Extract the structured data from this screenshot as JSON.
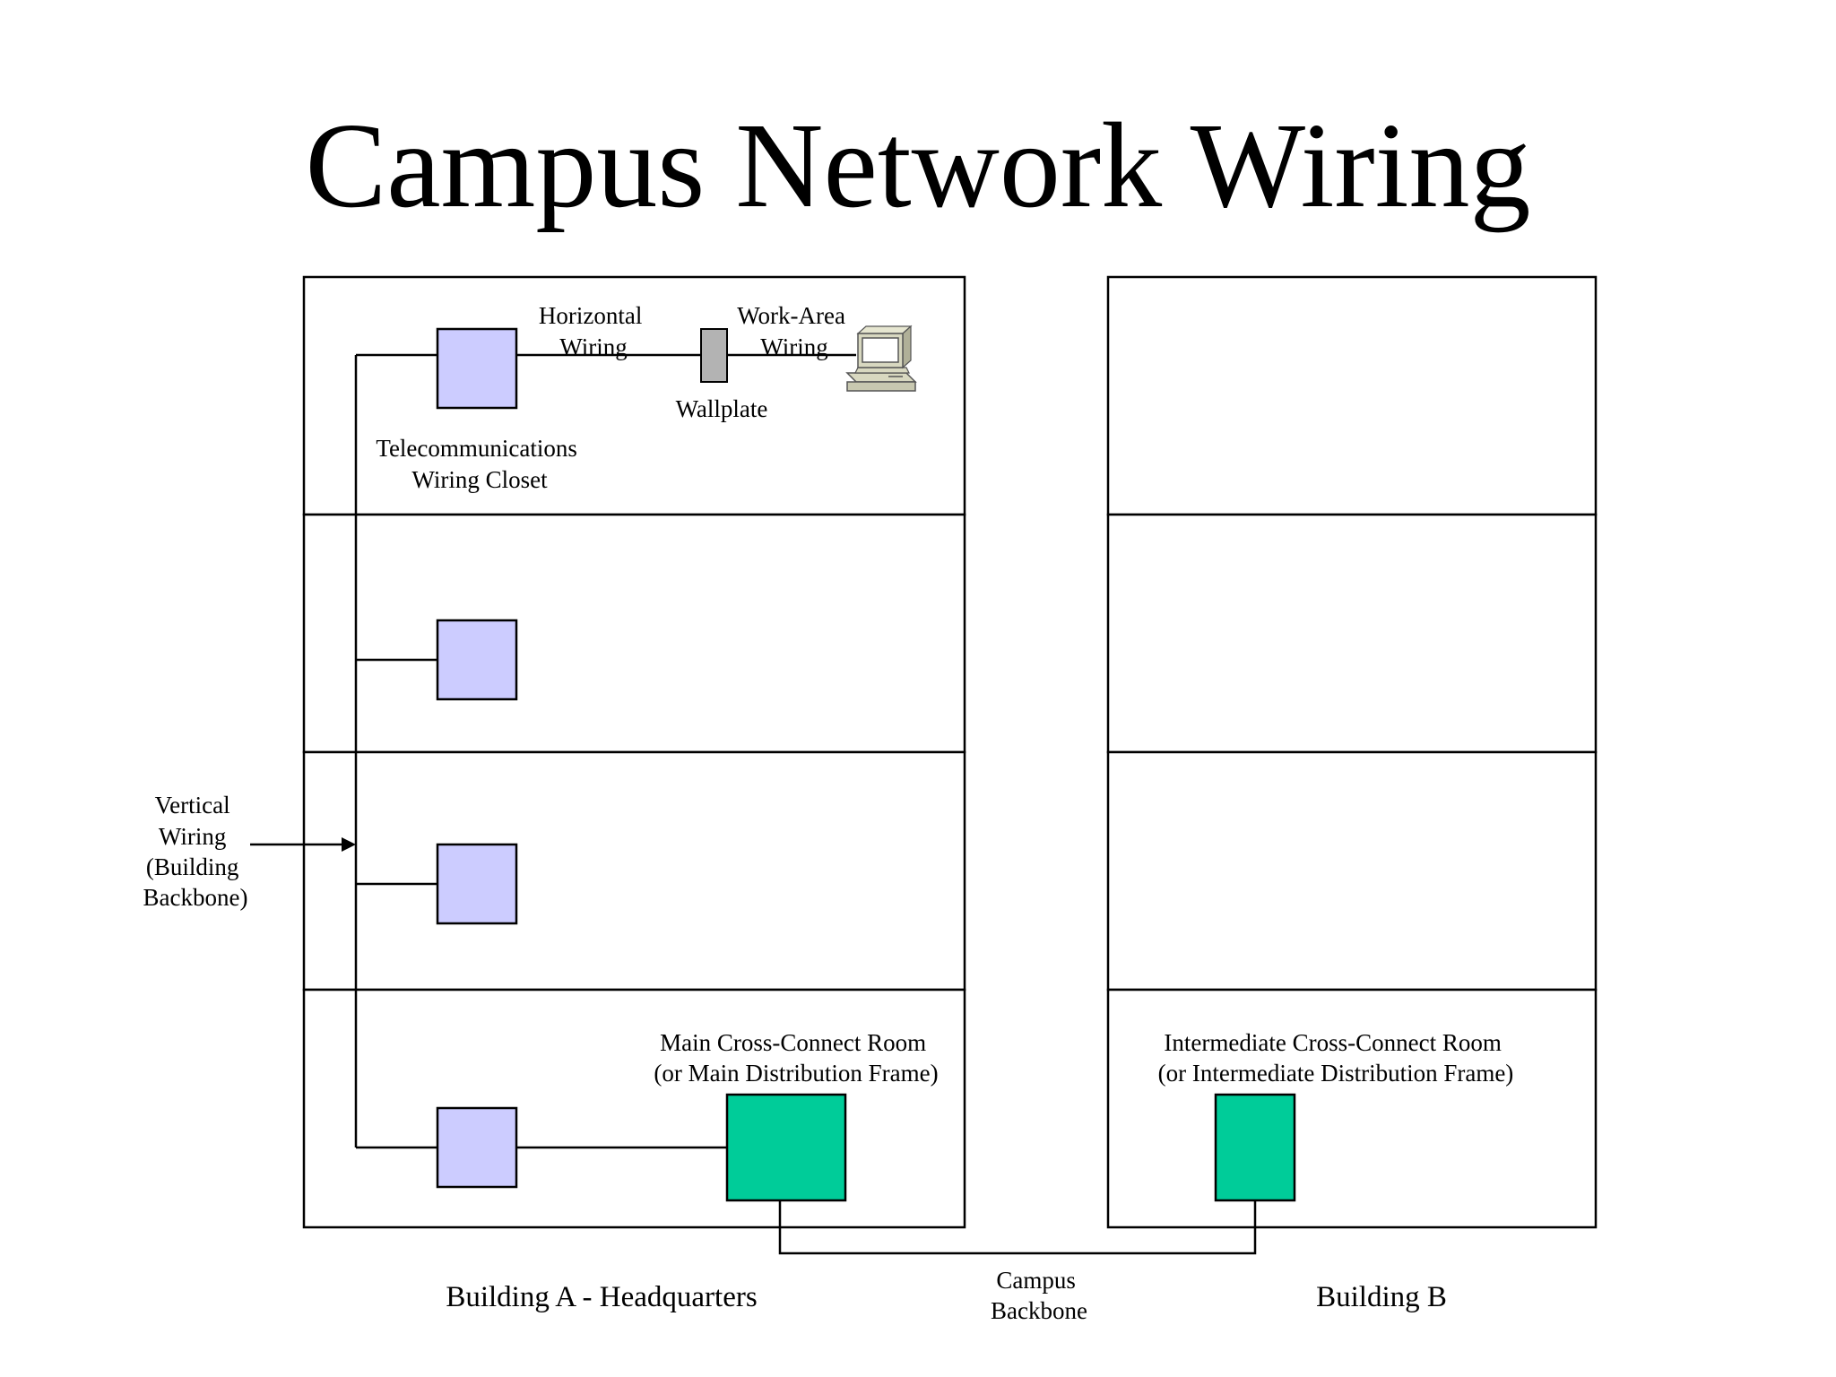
{
  "title": "Campus Network Wiring",
  "colors": {
    "closet_fill": "#ccccff",
    "cross_connect_fill": "#00cc99",
    "wallplate_fill": "#b3b3b3",
    "line": "#000000",
    "background": "#ffffff"
  },
  "icons": {
    "workstation": "computer-icon"
  },
  "labels": {
    "horizontal_wiring": [
      "Horizontal",
      "Wiring"
    ],
    "work_area_wiring": [
      "Work-Area",
      "Wiring"
    ],
    "wallplate": "Wallplate",
    "telecom_closet": [
      "Telecommunications",
      "Wiring Closet"
    ],
    "vertical_wiring": [
      "Vertical",
      "Wiring",
      "(Building",
      "Backbone)"
    ],
    "main_cross_connect": [
      "Main Cross-Connect Room",
      "(or Main Distribution Frame)"
    ],
    "intermediate_cross_connect": [
      "Intermediate Cross-Connect Room",
      "(or Intermediate Distribution Frame)"
    ],
    "campus_backbone": [
      "Campus",
      "Backbone"
    ],
    "building_a": "Building A - Headquarters",
    "building_b": "Building B"
  }
}
